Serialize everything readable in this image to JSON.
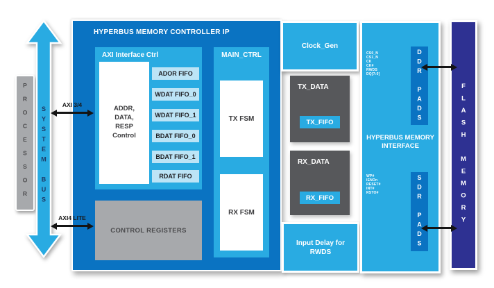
{
  "palette": {
    "main_blue": "#0A73C2",
    "light_blue": "#29ABE2",
    "pale_blue": "#BCE4F6",
    "dark_gray": "#57585B",
    "gray": "#A7A9AC",
    "navy": "#2E3192",
    "arrow_black": "#141414"
  },
  "processor": {
    "label": "PROCESSOR"
  },
  "system_bus": {
    "label": "SYSTEM BUS"
  },
  "buses": {
    "axi34": "AXI 3/4",
    "axi4lite": "AXI4 LITE"
  },
  "controller": {
    "title": "HYPERBUS MEMORY CONTROLLER IP",
    "axi_interface": {
      "title": "AXI Interface Ctrl",
      "control_block": "ADDR,\nDATA,\nRESP\nControl",
      "fifos": [
        "ADOR FIFO",
        "WDAT FIFO_0",
        "WDAT FIFO_1",
        "BDAT FIFO_0",
        "BDAT FIFO_1",
        "RDAT FIFO"
      ]
    },
    "control_registers": "CONTROL REGISTERS",
    "main_ctrl": {
      "title": "MAIN_CTRL",
      "tx_fsm": "TX FSM",
      "rx_fsm": "RX FSM"
    },
    "clock_gen": "Clock_Gen",
    "tx_data": {
      "title": "TX_DATA",
      "fifo": "TX_FIFO"
    },
    "rx_data": {
      "title": "RX_DATA",
      "fifo": "RX_FIFO"
    },
    "input_delay": "Input Delay for\nRWDS"
  },
  "hyperbus_interface": {
    "title": "HYPERBUS MEMORY\nINTERFACE",
    "ddr_pads": "DDR PADS",
    "sdr_pads": "SDR PADS",
    "ddr_signals": [
      "CS0_N",
      "CS1_N",
      "CK",
      "CK#",
      "RWDS",
      "DQ[7:0]"
    ],
    "sdr_signals": [
      "WP#",
      "IENOn",
      "RESET#",
      "INT#",
      "RSTO#"
    ]
  },
  "flash": {
    "label": "FLASH MEMORY"
  }
}
